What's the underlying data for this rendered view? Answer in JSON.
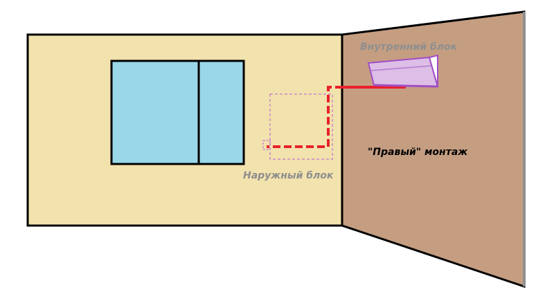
{
  "labels": {
    "indoor_unit": "Внутренний блок",
    "outdoor_unit": "Наружный блок",
    "mounting_type": "\"Правый\" монтаж"
  },
  "colors": {
    "left_wall": "#F2E2AD",
    "right_wall": "#C59E82",
    "window_glass": "#9AD8E9",
    "outline": "#000000",
    "right_wall_edge": "#8F8F8F",
    "indoor_unit_fill": "#DCBEE6",
    "indoor_unit_stroke": "#A14DC4",
    "outdoor_unit_outline": "#C98AC9",
    "refrigerant_line": "#E8202A",
    "label_gray": "#8E8E8E",
    "label_black": "#000000"
  },
  "icons": {
    "indoor_unit": "wall-mounted-ac-unit",
    "outdoor_unit": "outdoor-ac-unit-dashed-outline"
  }
}
